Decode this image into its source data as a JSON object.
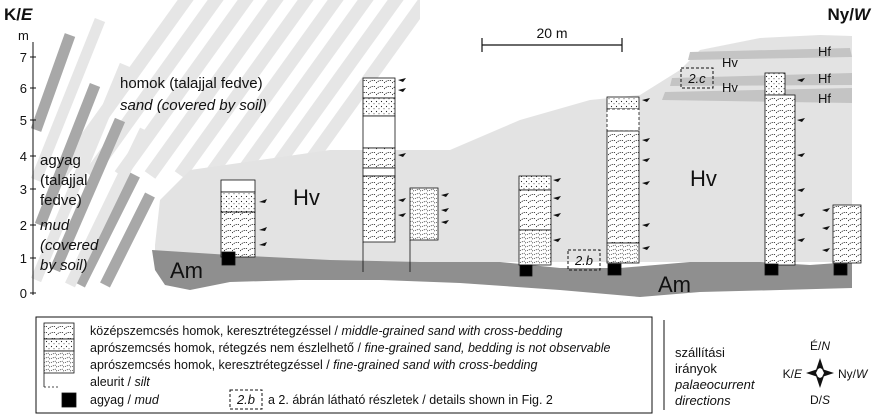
{
  "corners": {
    "left_hu": "K",
    "left_sep": "/",
    "left_en": "E",
    "right_hu": "Ny",
    "right_sep": "/",
    "right_en": "W"
  },
  "y_axis": {
    "unit": "m",
    "ticks": [
      "0",
      "1",
      "2",
      "3",
      "4",
      "5",
      "6",
      "7"
    ]
  },
  "scale_bar": {
    "label": "20 m"
  },
  "units": {
    "hv": "Hv",
    "am": "Am",
    "hf": "Hf"
  },
  "text_blocks": {
    "sand_hu": "homok (talajjal fedve)",
    "sand_en": "sand (covered by soil)",
    "mud_hu_1": "agyag",
    "mud_hu_2": "(talajjal",
    "mud_hu_3": "fedve)",
    "mud_en_1": "mud",
    "mud_en_2": "(covered",
    "mud_en_3": "by soil)"
  },
  "callouts": {
    "c2c": "2.c",
    "c2b": "2.b"
  },
  "legend": {
    "items": [
      {
        "hu": "középszemcsés homok, keresztrétegzéssel / ",
        "en": "middle-grained sand with cross-bedding"
      },
      {
        "hu": "aprószemcsés homok, rétegzés nem észlelhető / ",
        "en": "fine-grained sand, bedding is not observable"
      },
      {
        "hu": "aprószemcsés homok, keresztrétegzéssel / ",
        "en": "fine-grained sand with cross-bedding"
      },
      {
        "hu": "aleurit / ",
        "en": "silt"
      },
      {
        "hu": "agyag / ",
        "en": "mud"
      }
    ],
    "details_box": "2.b",
    "details_text": "a 2. ábrán látható részletek / details shown in Fig. 2",
    "palaeocurrent_hu_1": "szállítási",
    "palaeocurrent_hu_2": "irányok",
    "palaeocurrent_en_1": "palaeocurrent",
    "palaeocurrent_en_2": "directions"
  },
  "compass": {
    "n": "É/N",
    "e": "Ny/W",
    "w": "K/E",
    "s": "D/S"
  }
}
